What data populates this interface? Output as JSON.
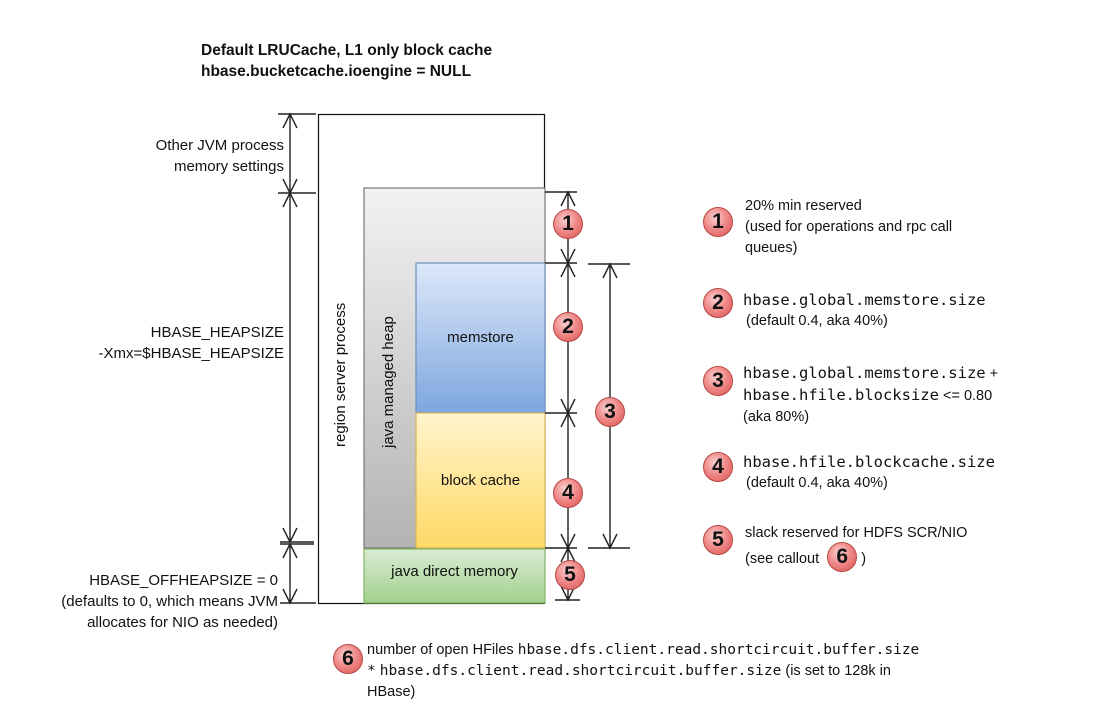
{
  "title": {
    "line1": "Default LRUCache, L1 only block cache",
    "line2": "hbase.bucketcache.ioengine = NULL"
  },
  "left_labels": {
    "other_jvm_line1": "Other JVM process",
    "other_jvm_line2": "memory settings",
    "heapsize_line1": "HBASE_HEAPSIZE",
    "heapsize_line2": "-Xmx=$HBASE_HEAPSIZE",
    "offheap_line1": "HBASE_OFFHEAPSIZE = 0",
    "offheap_line2": "(defaults to 0, which means  JVM",
    "offheap_line3": "allocates for NIO as needed)"
  },
  "boxes": {
    "region_server": "region server process",
    "java_heap": "java managed heap",
    "memstore": "memstore",
    "block_cache": "block cache",
    "direct_memory": "java direct memory"
  },
  "colors": {
    "badge": "#e57373",
    "memstore_top": "#dce8fa",
    "memstore_bottom": "#7ea6de",
    "blockcache_top": "#fff4cc",
    "blockcache_bottom": "#ffd966",
    "direct_top": "#d9ecd2",
    "direct_bottom": "#a3d08c",
    "heap_top": "#f2f2f2",
    "heap_bottom": "#b3b3b3"
  },
  "badges": {
    "b1": "1",
    "b2": "2",
    "b3": "3",
    "b4": "4",
    "b5": "5",
    "b6": "6"
  },
  "notes": [
    {
      "num": "1",
      "line1": "20% min reserved",
      "line2": "(used for operations and rpc call",
      "line3": "queues)"
    },
    {
      "num": "2",
      "code": "hbase.global.memstore.size",
      "line2": "(default 0.4, aka 40%)"
    },
    {
      "num": "3",
      "code1": "hbase.global.memstore.size",
      "text1": "+",
      "code2": "hbase.hfile.blocksize",
      "text2": "<= 0.80",
      "line3": "(aka 80%)"
    },
    {
      "num": "4",
      "code": "hbase.hfile.blockcache.size",
      "line2": "(default 0.4, aka 40%)"
    },
    {
      "num": "5",
      "line1": "slack reserved for HDFS SCR/NIO",
      "line2a": "(see callout",
      "line2_ref": "6",
      "line2b": ")"
    }
  ],
  "footnote": {
    "num": "6",
    "text1": "number of open HFiles",
    "code1": "hbase.dfs.client.read.shortcircuit.buffer.size",
    "star": "*",
    "code2": "hbase.dfs.client.read.shortcircuit.buffer.size",
    "text2": "(is set to 128k in",
    "text3": "HBase)"
  }
}
